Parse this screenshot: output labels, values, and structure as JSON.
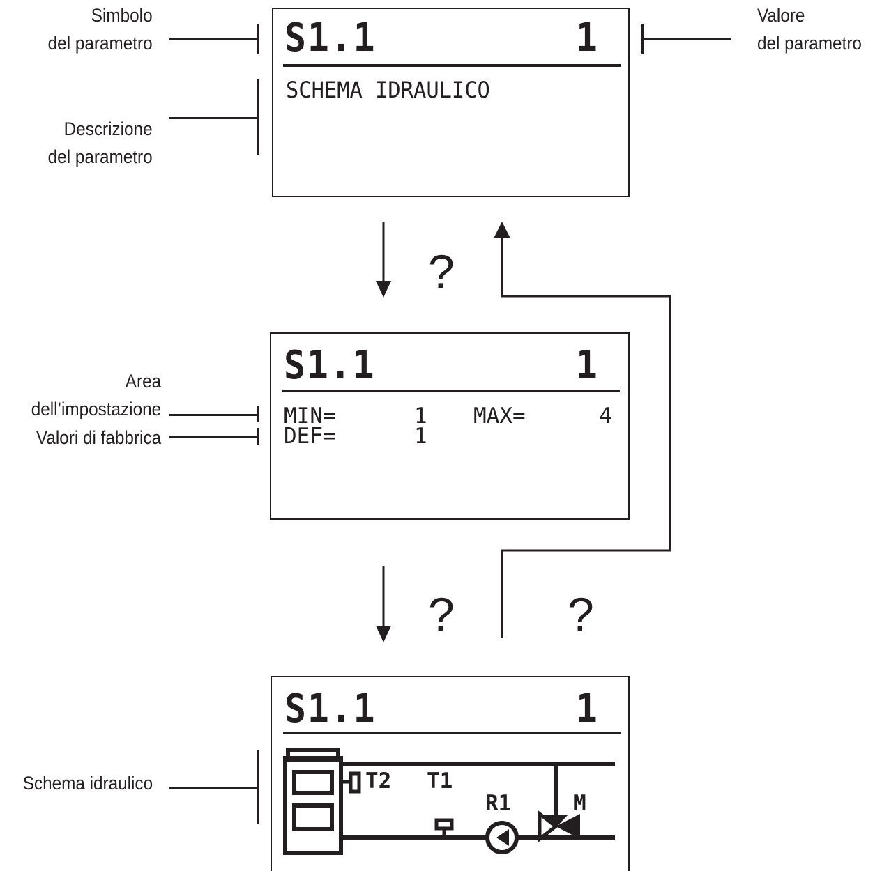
{
  "annotations": {
    "symbol_line1": "Simbolo",
    "symbol_line2": "del parametro",
    "value_line1": "Valore",
    "value_line2": "del parametro",
    "description_line1": "Descrizione",
    "description_line2": "del parametro",
    "area_line1": "Area",
    "area_line2": "dell’impostazione",
    "factory_values": "Valori di fabbrica",
    "hydraulic_scheme": "Schema idraulico"
  },
  "screens": {
    "description": {
      "symbol": "S1.1",
      "value": "1",
      "text": "SCHEMA IDRAULICO"
    },
    "settings": {
      "symbol": "S1.1",
      "value": "1",
      "min_label": "MIN=",
      "min_value": "1",
      "max_label": "MAX=",
      "max_value": "4",
      "def_label": "DEF=",
      "def_value": "1"
    },
    "scheme": {
      "symbol": "S1.1",
      "value": "1",
      "labels": {
        "t2": "T2",
        "t1": "T1",
        "r1": "R1",
        "m": "M"
      }
    }
  },
  "navigation": {
    "question_marks": [
      "?",
      "?",
      "?"
    ]
  },
  "colors": {
    "ink": "#231f20",
    "background": "#ffffff"
  }
}
